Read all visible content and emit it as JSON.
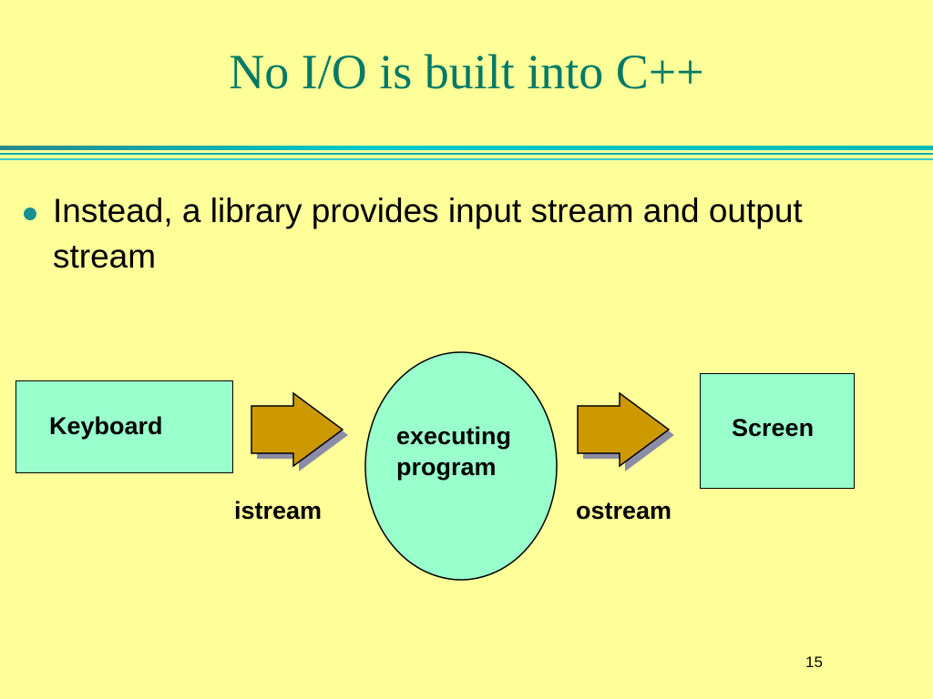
{
  "slide": {
    "title": "No I/O is built into C++",
    "bullet": "Instead, a library provides input stream and output stream",
    "page_number": "15"
  },
  "diagram": {
    "nodes": {
      "keyboard": "Keyboard",
      "program_line1": "executing",
      "program_line2": "program",
      "screen": "Screen"
    },
    "edges": {
      "input": "istream",
      "output": "ostream"
    }
  },
  "colors": {
    "background": "#ffff99",
    "title": "#007a66",
    "box_fill": "#99ffcc",
    "arrow_fill": "#cc9900",
    "arrow_shadow": "#8c8ca6",
    "rule": "#00cccc"
  }
}
